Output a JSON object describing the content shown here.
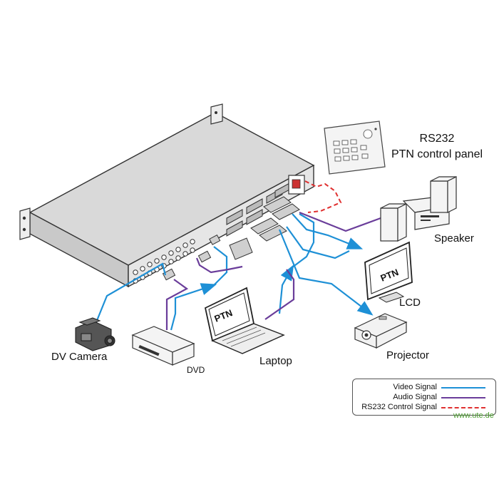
{
  "labels": {
    "control_panel": "RS232\nPTN control panel",
    "speaker": "Speaker",
    "lcd": "LCD",
    "projector": "Projector",
    "dv_camera": "DV Camera",
    "dvd": "DVD",
    "laptop": "Laptop"
  },
  "legend": {
    "items": [
      {
        "label": "Video Signal",
        "color": "#1e90d6",
        "style": "solid"
      },
      {
        "label": "Audio Signal",
        "color": "#6a3d9a",
        "style": "solid"
      },
      {
        "label": "RS232 Control Signal",
        "color": "#e03030",
        "style": "dashed"
      }
    ]
  },
  "watermark": "www.ute.de",
  "colors": {
    "video": "#1e90d6",
    "audio": "#6a3d9a",
    "rs232": "#e03030"
  }
}
